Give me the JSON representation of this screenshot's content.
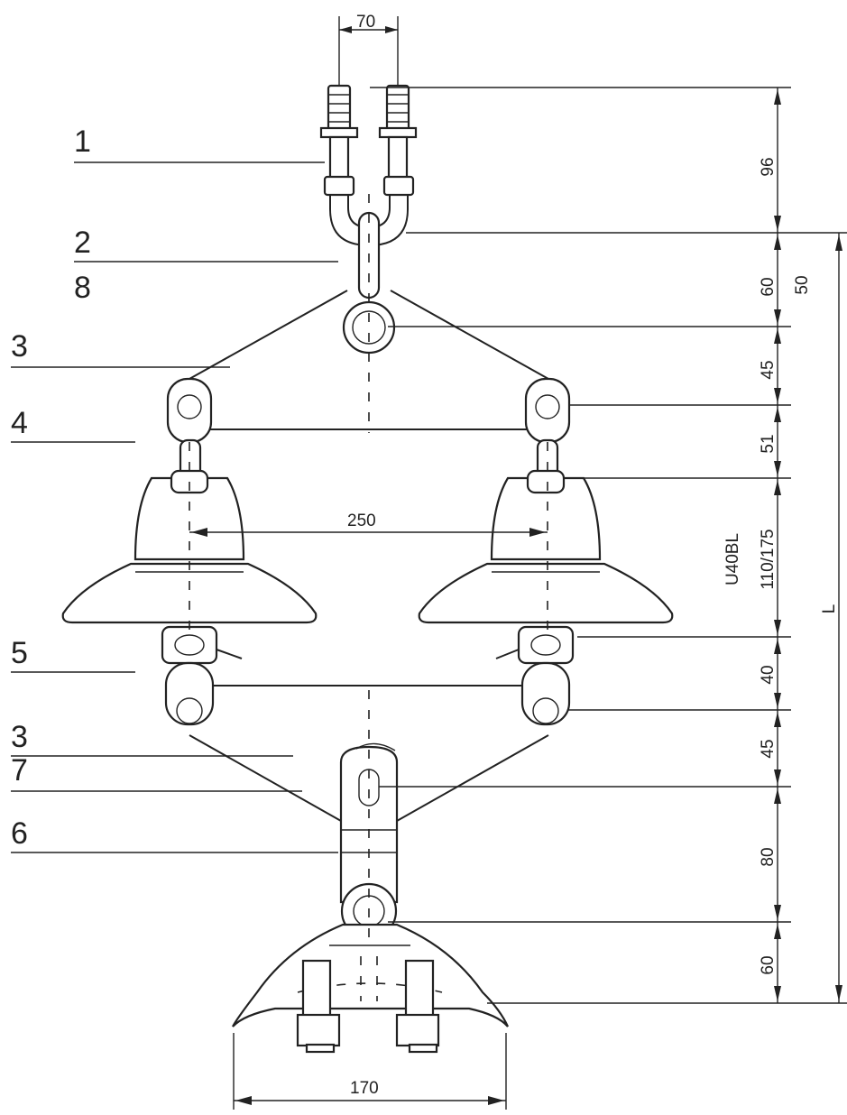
{
  "callouts": [
    "1",
    "2",
    "8",
    "3",
    "4",
    "5",
    "3",
    "6",
    "7"
  ],
  "dimensions": {
    "top_spacing": "70",
    "insulator_spacing": "250",
    "bottom_width": "170",
    "overall_length": "L",
    "right_column": [
      "96",
      "60",
      "50",
      "45",
      "51",
      "U40BL",
      "110/175",
      "40",
      "45",
      "80",
      "60"
    ]
  }
}
